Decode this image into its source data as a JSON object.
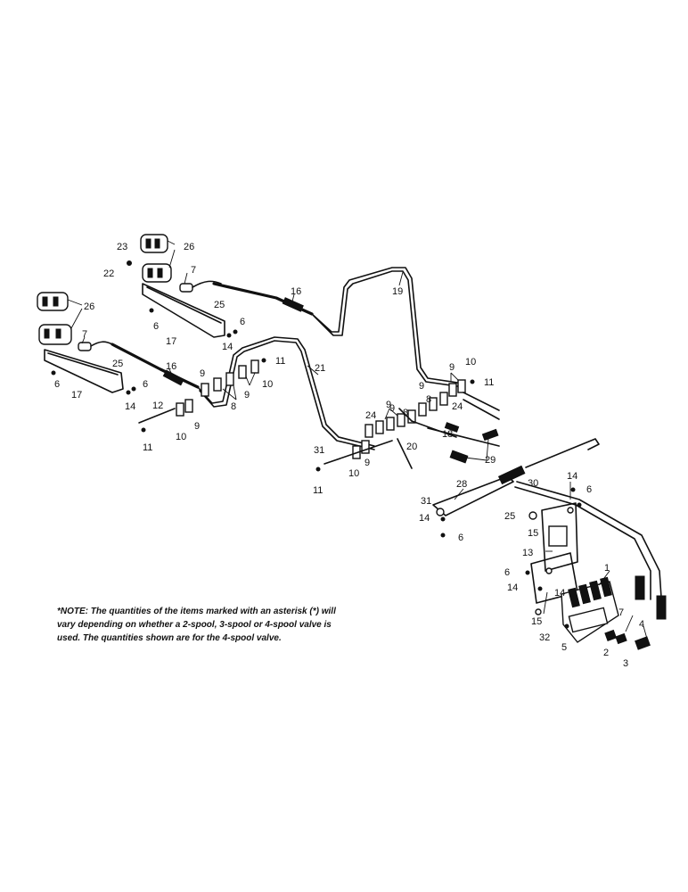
{
  "note": "*NOTE: The quantities of the items marked with an asterisk (*) will vary depending on whether a 2-spool, 3-spool or 4-spool valve is used. The quantities shown are for the 4-spool valve.",
  "callouts": {
    "c1": "1",
    "c2": "2",
    "c3": "3",
    "c4": "4",
    "c5": "5",
    "c6a": "6",
    "c6b": "6",
    "c6c": "6",
    "c6d": "6",
    "c6e": "6",
    "c6f": "6",
    "c6g": "6",
    "c7a": "7",
    "c7b": "7",
    "c7c": "7",
    "c8a": "8",
    "c8b": "8",
    "c8c": "8",
    "c9a": "9",
    "c9b": "9",
    "c9c": "9",
    "c9d": "9",
    "c9e": "9",
    "c9f": "9",
    "c9g": "9",
    "c9h": "9",
    "c10a": "10",
    "c10b": "10",
    "c10c": "10",
    "c10d": "10",
    "c11a": "11",
    "c11b": "11",
    "c11c": "11",
    "c11d": "11",
    "c12": "12",
    "c13": "13",
    "c14a": "14",
    "c14b": "14",
    "c14c": "14",
    "c14d": "14",
    "c14e": "14",
    "c14f": "14",
    "c15a": "15",
    "c15b": "15",
    "c16a": "16",
    "c16b": "16",
    "c17a": "17",
    "c17b": "17",
    "c18": "18",
    "c19": "19",
    "c20": "20",
    "c21": "21",
    "c22": "22",
    "c23": "23",
    "c24a": "24",
    "c24b": "24",
    "c25a": "25",
    "c25b": "25",
    "c25c": "25",
    "c26a": "26",
    "c26b": "26",
    "c28": "28",
    "c29": "29",
    "c30": "30",
    "c31a": "31",
    "c31b": "31",
    "c32": "32"
  }
}
